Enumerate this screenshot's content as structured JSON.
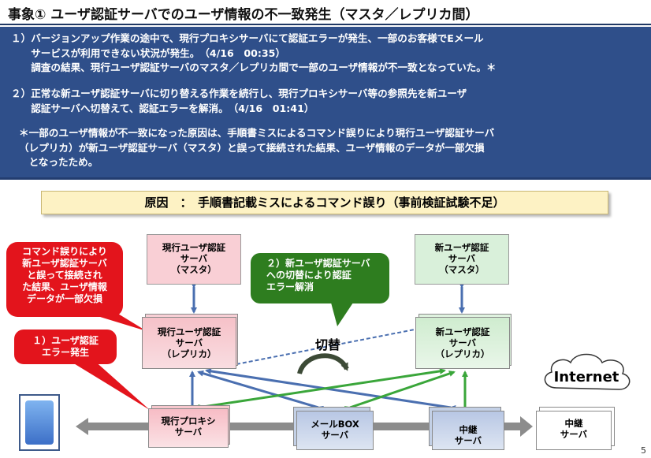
{
  "title": "事象① ユーザ認証サーバでのユーザ情報の不一致発生（マスタ／レプリカ間）",
  "notes": {
    "item1": "１）バージョンアップ作業の途中で、現行プロキシサーバにて認証エラーが発生、一部のお客様でEメール\n　　サービスが利用できない状況が発生。　（4/16　00:35）\n　　調査の結果、現行ユーザ認証サーバのマスタ／レプリカ間で一部のユーザ情報が不一致となっていた。＊",
    "item2": "２）正常な新ユーザ認証サーバに切り替える作業を続行し、現行プロキシサーバ等の参照先を新ユーザ\n　　認証サーバへ切替えて、認証エラーを解消。　（4/16　01:41）",
    "footnote": "＊一部のユーザ情報が不一致になった原因は、手順書ミスによるコマンド誤りにより現行ユーザ認証サーバ\n（レプリカ）が新ユーザ認証サーバ（マスタ）と誤って接続された結果、ユーザ情報のデータが一部欠損\n　となったため。"
  },
  "cause_banner": "原因　：　手順書記載ミスによるコマンド誤り（事前検証試験不足）",
  "nodes": {
    "current_master": "現行ユーザ認証\nサーバ\n（マスタ）",
    "current_replica": "現行ユーザ認証\nサーバ\n（レプリカ）",
    "new_master": "新ユーザ認証\nサーバ\n（マスタ）",
    "new_replica": "新ユーザ認証\nサーバ\n（レプリカ）",
    "proxy": "現行プロキシ\nサーバ",
    "mailbox": "メールBOX\nサーバ",
    "relay": "中継\nサーバ",
    "relay_external": "中継\nサーバ",
    "internet": "Internet"
  },
  "callouts": {
    "command_error": "コマンド誤りにより\n新ユーザ認証サーバ\nと誤って接続され\nた結果、ユーザ情報\nデータが一部欠損",
    "auth_error": "１）ユーザ認証\nエラー発生",
    "switch_resolved": "２）新ユーザ認証サーバ\nへの切替により認証\nエラー解消"
  },
  "switch_label": "切替",
  "page_number": "5",
  "colors": {
    "banner_blue": "#2f4f8a",
    "callout_red": "#e3141c",
    "callout_green": "#2e7d1f",
    "link_blue": "#4a6fb0",
    "link_green": "#3aa63a",
    "cause_yellow": "#fdf2c4"
  }
}
